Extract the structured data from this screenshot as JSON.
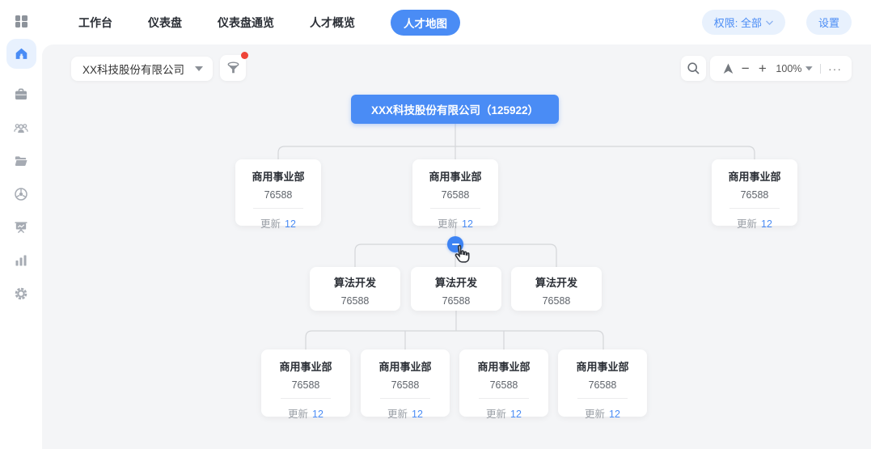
{
  "nav": {
    "tabs": [
      {
        "label": "工作台",
        "active": false
      },
      {
        "label": "仪表盘",
        "active": false
      },
      {
        "label": "仪表盘通览",
        "active": false
      },
      {
        "label": "人才概览",
        "active": false
      },
      {
        "label": "人才地图",
        "active": true
      }
    ],
    "permission_pill": "权限: 全部",
    "settings_pill": "设置"
  },
  "sidebar": {
    "icons": [
      "apps-grid",
      "home",
      "briefcase",
      "team",
      "folder",
      "globe",
      "presentation-chart",
      "bar-chart",
      "settings-gear"
    ],
    "active_icon": "home"
  },
  "toolbar": {
    "company_select_value": "XX科技股份有限公司",
    "filter_icon": "funnel",
    "filter_has_red_badge": true,
    "search_icon": "magnifier",
    "zoom": {
      "locate_icon": "navigation-arrow",
      "zoom_out_label": "−",
      "zoom_in_label": "+",
      "zoom_level": "100%",
      "more_label": "···"
    }
  },
  "org_chart": {
    "root": {
      "label": "XXX科技股份有限公司（125922）"
    },
    "collapse_button": "collapsed-minus",
    "cursor": "hand-pointer",
    "level2": [
      {
        "title": "商用事业部",
        "count": "76588",
        "update_label": "更新",
        "update_value": "12"
      },
      {
        "title": "商用事业部",
        "count": "76588",
        "update_label": "更新",
        "update_value": "12"
      },
      {
        "title": "商用事业部",
        "count": "76588",
        "update_label": "更新",
        "update_value": "12"
      }
    ],
    "level3": [
      {
        "title": "算法开发",
        "count": "76588"
      },
      {
        "title": "算法开发",
        "count": "76588"
      },
      {
        "title": "算法开发",
        "count": "76588"
      }
    ],
    "level4": [
      {
        "title": "商用事业部",
        "count": "76588",
        "update_label": "更新",
        "update_value": "12"
      },
      {
        "title": "商用事业部",
        "count": "76588",
        "update_label": "更新",
        "update_value": "12"
      },
      {
        "title": "商用事业部",
        "count": "76588",
        "update_label": "更新",
        "update_value": "12"
      },
      {
        "title": "商用事业部",
        "count": "76588",
        "update_label": "更新",
        "update_value": "12"
      }
    ]
  },
  "colors": {
    "accent_blue": "#4a8cf5",
    "pill_bg": "#e8f1fd",
    "canvas_bg": "#f4f5f7",
    "badge_red": "#ee4438",
    "connector": "#d4d6d9",
    "card_bg": "#ffffff"
  }
}
